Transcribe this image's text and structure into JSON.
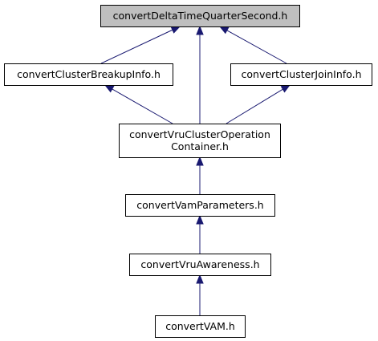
{
  "colors": {
    "highlight_fill": "#bfbfbf",
    "node_fill": "#ffffff",
    "edge": "#191970"
  },
  "nodes": [
    {
      "id": "delta",
      "lines": [
        "convertDeltaTimeQuarterSecond.h"
      ],
      "highlight": true
    },
    {
      "id": "breakup",
      "lines": [
        "convertClusterBreakupInfo.h"
      ],
      "highlight": false
    },
    {
      "id": "join",
      "lines": [
        "convertClusterJoinInfo.h"
      ],
      "highlight": false
    },
    {
      "id": "container",
      "lines": [
        "convertVruClusterOperation",
        "Container.h"
      ],
      "highlight": false
    },
    {
      "id": "vamparams",
      "lines": [
        "convertVamParameters.h"
      ],
      "highlight": false
    },
    {
      "id": "awareness",
      "lines": [
        "convertVruAwareness.h"
      ],
      "highlight": false
    },
    {
      "id": "vam",
      "lines": [
        "convertVAM.h"
      ],
      "highlight": false
    }
  ],
  "edges": [
    {
      "from": "breakup",
      "to": "delta"
    },
    {
      "from": "container",
      "to": "delta"
    },
    {
      "from": "join",
      "to": "delta"
    },
    {
      "from": "container",
      "to": "breakup"
    },
    {
      "from": "container",
      "to": "join"
    },
    {
      "from": "vamparams",
      "to": "container"
    },
    {
      "from": "awareness",
      "to": "vamparams"
    },
    {
      "from": "vam",
      "to": "awareness"
    }
  ]
}
